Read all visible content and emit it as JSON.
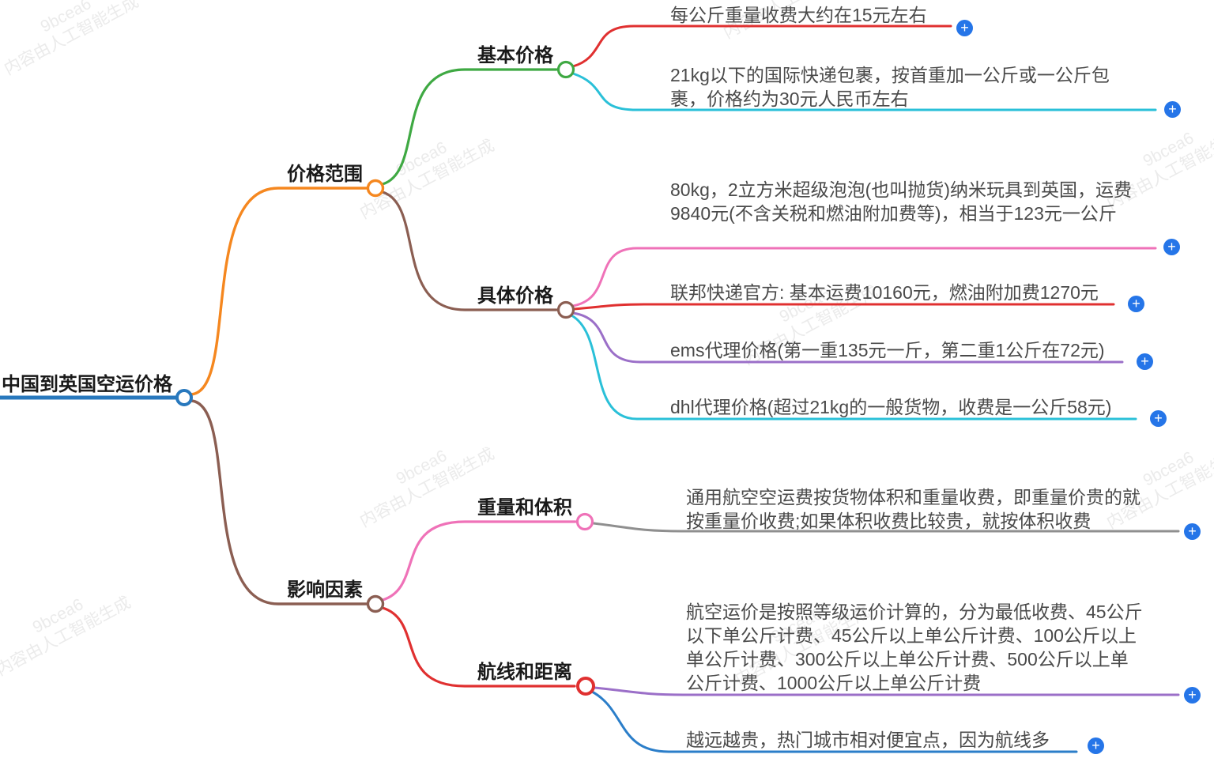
{
  "watermark": {
    "code": "9bcea6",
    "text": "内容由人工智能生成"
  },
  "ui": {
    "plus_symbol": "+"
  },
  "colors": {
    "root_blue": "#2878bd",
    "orange": "#f5871f",
    "green": "#3fa943",
    "brown": "#8b5e52",
    "red": "#e03030",
    "cyan": "#2ac0d8",
    "pink": "#ef72b8",
    "purple": "#9b6fc8",
    "gray": "#8f8f8f",
    "blue": "#2b7ec9",
    "plus_bg": "#2575e8"
  },
  "mindmap": {
    "root": {
      "label": "中国到英国空运价格"
    },
    "branches": [
      {
        "label": "价格范围",
        "children": [
          {
            "label": "基本价格",
            "leaves": [
              "每公斤重量收费大约在15元左右",
              "21kg以下的国际快递包裹，按首重加一公斤或一公斤包裹，价格约为30元人民币左右"
            ]
          },
          {
            "label": "具体价格",
            "leaves": [
              "80kg，2立方米超级泡泡(也叫抛货)纳米玩具到英国，运费9840元(不含关税和燃油附加费等)，相当于123元一公斤",
              "联邦快递官方: 基本运费10160元，燃油附加费1270元",
              "ems代理价格(第一重135元一斤，第二重1公斤在72元)",
              "dhl代理价格(超过21kg的一般货物，收费是一公斤58元)"
            ]
          }
        ]
      },
      {
        "label": "影响因素",
        "children": [
          {
            "label": "重量和体积",
            "leaves": [
              "通用航空空运费按货物体积和重量收费，即重量价贵的就按重量价收费;如果体积收费比较贵，就按体积收费"
            ]
          },
          {
            "label": "航线和距离",
            "leaves": [
              "航空运价是按照等级运价计算的，分为最低收费、45公斤以下单公斤计费、45公斤以上单公斤计费、100公斤以上单公斤计费、300公斤以上单公斤计费、500公斤以上单公斤计费、1000公斤以上单公斤计费",
              "越远越贵，热门城市相对便宜点，因为航线多"
            ]
          }
        ]
      }
    ]
  }
}
